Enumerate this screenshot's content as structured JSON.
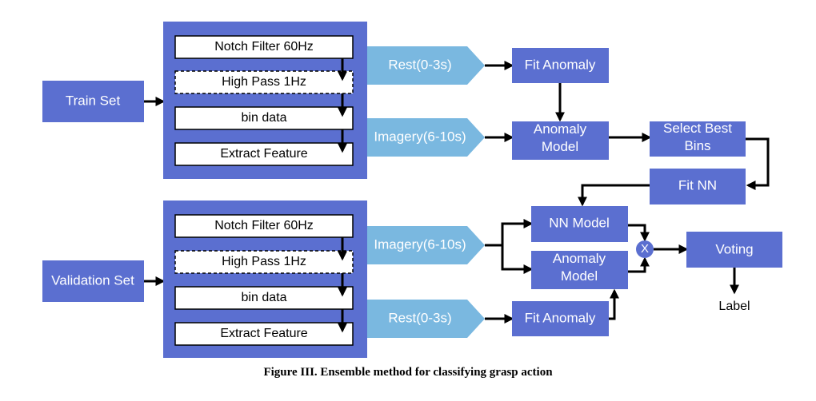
{
  "train_set": "Train Set",
  "validation_set": "Validation Set",
  "train_pipeline": {
    "steps": [
      "Notch Filter 60Hz",
      "High Pass 1Hz",
      "bin data",
      "Extract Feature"
    ]
  },
  "validation_pipeline": {
    "steps": [
      "Notch Filter 60Hz",
      "High Pass 1Hz",
      "bin data",
      "Extract Feature"
    ]
  },
  "train_branches": {
    "rest": "Rest(0-3s)",
    "imagery": "Imagery(6-10s)"
  },
  "validation_branches": {
    "imagery": "Imagery(6-10s)",
    "rest": "Rest(0-3s)"
  },
  "train_nodes": {
    "fit_anomaly": "Fit Anomaly",
    "anomaly_model": "Anomaly\nModel",
    "select_best_bins": "Select Best\nBins",
    "fit_nn": "Fit NN"
  },
  "validation_nodes": {
    "nn_model": "NN Model",
    "anomaly_model": "Anomaly\nModel",
    "fit_anomaly": "Fit Anomaly",
    "multiply": "X",
    "voting": "Voting",
    "output": "Label"
  },
  "caption": "Figure III. Ensemble method for classifying grasp action",
  "colors": {
    "box": "#5b6fd0",
    "chevron": "#7ab8e0"
  }
}
